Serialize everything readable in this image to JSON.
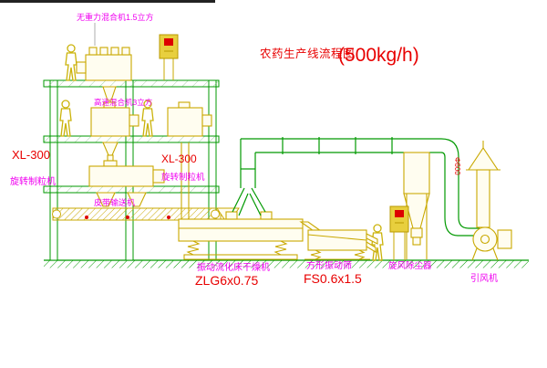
{
  "title": {
    "main": "农药生产线流程图",
    "capacity": "(500kg/h)"
  },
  "labels": {
    "mixer_top": "无重力混合机1.5立方",
    "mixer_high_speed": "高速混合机3立方",
    "granulator_left_model": "XL-300",
    "granulator_left_name": "旋转制粒机",
    "granulator_right_model": "XL-300",
    "granulator_right_name": "旋转制粒机",
    "belt_conveyor": "皮带输送机",
    "dryer_name": "振动流化床干燥机",
    "dryer_model": "ZLG6x0.75",
    "screen_name": "方形振动筛",
    "screen_model": "FS0.6x1.5",
    "cyclone": "旋风除尘器",
    "fan": "引风机",
    "duct_size": "Φ600"
  },
  "colors": {
    "label_magenta": "#f000f0",
    "label_red": "#e80000",
    "equipment_yellow": "#c9a800",
    "structure_green": "#009900",
    "panel_fill": "#e8cf3e",
    "detail_red": "#dd0000",
    "background": "#ffffff"
  }
}
